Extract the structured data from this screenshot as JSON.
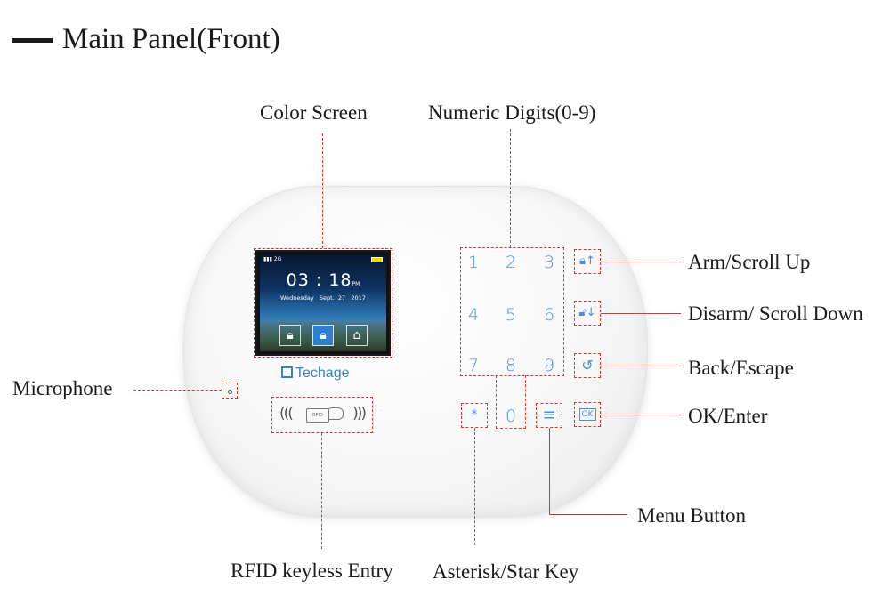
{
  "title": "Main Panel(Front)",
  "callouts": {
    "color_screen": "Color Screen",
    "numeric_digits": "Numeric Digits(0-9)",
    "arm": "Arm/Scroll Up",
    "disarm": "Disarm/ Scroll Down",
    "back": "Back/Escape",
    "ok": "OK/Enter",
    "menu": "Menu Button",
    "asterisk": "Asterisk/Star Key",
    "rfid": "RFID keyless Entry",
    "microphone": "Microphone"
  },
  "screen": {
    "signal": "2G",
    "hours": "03",
    "minutes": "18",
    "ampm": "PM",
    "day": "Wednesday",
    "month": "Sept.",
    "date": "27",
    "year": "2017"
  },
  "logo": "Techage",
  "rfid_card": "RFID",
  "keypad": {
    "digits": [
      "1",
      "2",
      "3",
      "4",
      "5",
      "6",
      "7",
      "8",
      "9",
      "0"
    ],
    "star": "*"
  },
  "colors": {
    "callout_line": "#d9362e",
    "key": "#4a90d9"
  },
  "icons": [
    "lock-icon",
    "unlock-icon",
    "home-icon",
    "arm-lock-icon",
    "disarm-unlock-icon",
    "back-arrow-icon",
    "ok-icon",
    "menu-icon",
    "asterisk-icon",
    "microphone-icon",
    "rfid-icon"
  ]
}
